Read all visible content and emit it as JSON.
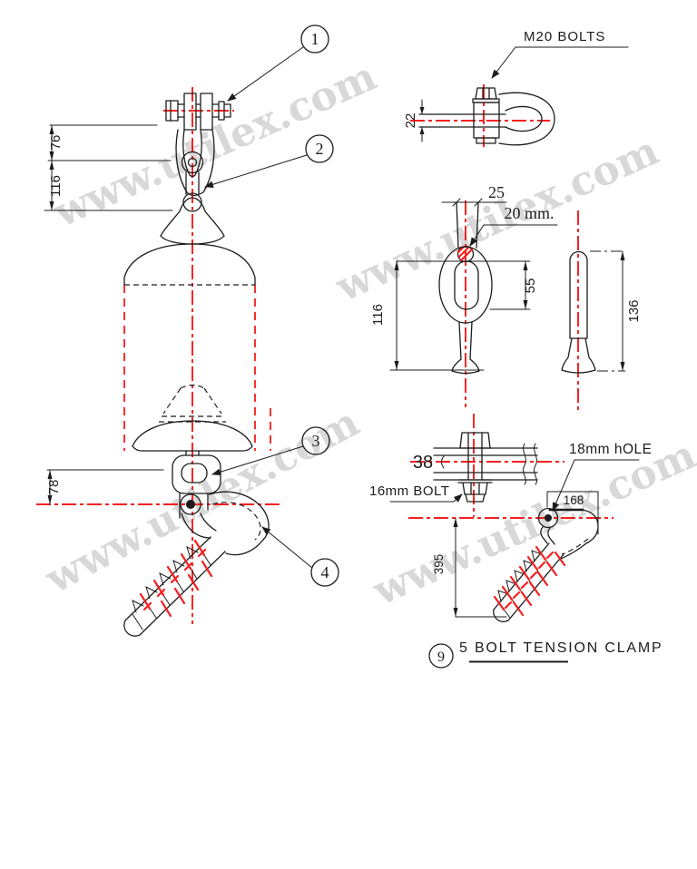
{
  "colors": {
    "line": "#1c1c1c",
    "centerline_red": "#f40000",
    "hatch_red": "#f42020",
    "watermark_gray": "#d8d8d8",
    "background": "#ffffff"
  },
  "watermark": {
    "text": "www.utilex.com"
  },
  "main_view": {
    "balloon_1": "1",
    "balloon_2": "2",
    "balloon_3": "3",
    "balloon_4": "4",
    "dim_76": "76",
    "dim_116": "116",
    "dim_78": "78"
  },
  "shackle_detail": {
    "label_m20": "M20 BOLTS",
    "dim_22": "22"
  },
  "ball_link_detail": {
    "dim_25": "25",
    "note_20mm": "20 mm.",
    "dim_55": "55",
    "dim_116": "116",
    "dim_136": "136"
  },
  "bolt_detail": {
    "dim_38": "38",
    "label_16mm": "16mm BOLT"
  },
  "clamp_detail": {
    "label_hole": "18mm hOLE",
    "dim_168": "168",
    "dim_395": "395"
  },
  "title_block": {
    "balloon": "9",
    "title": "5 BOLT TENSION CLAMP"
  }
}
